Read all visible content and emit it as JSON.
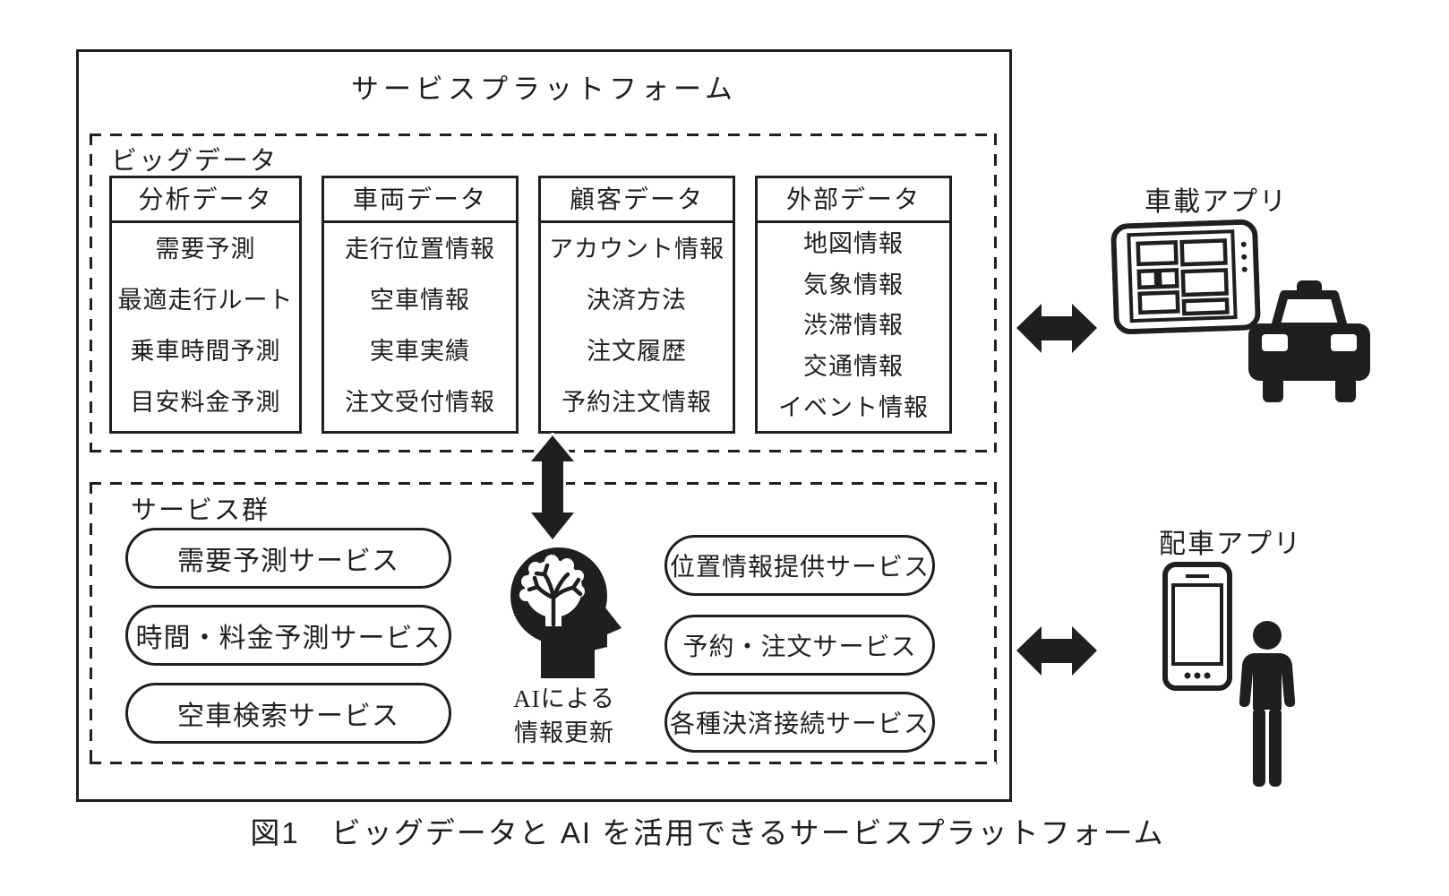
{
  "colors": {
    "ink": "#1f1f1f",
    "background": "#ffffff"
  },
  "platform": {
    "title": "サービスプラットフォーム"
  },
  "bigdata": {
    "label": "ビッグデータ",
    "columns": [
      {
        "header": "分析データ",
        "items": [
          "需要予測",
          "最適走行ルート",
          "乗車時間予測",
          "目安料金予測"
        ]
      },
      {
        "header": "車両データ",
        "items": [
          "走行位置情報",
          "空車情報",
          "実車実績",
          "注文受付情報"
        ]
      },
      {
        "header": "顧客データ",
        "items": [
          "アカウント情報",
          "決済方法",
          "注文履歴",
          "予約注文情報"
        ]
      },
      {
        "header": "外部データ",
        "items": [
          "地図情報",
          "気象情報",
          "渋滞情報",
          "交通情報",
          "イベント情報"
        ]
      }
    ]
  },
  "services": {
    "label": "サービス群",
    "left": [
      "需要予測サービス",
      "時間・料金予測サービス",
      "空車検索サービス"
    ],
    "right": [
      "位置情報提供サービス",
      "予約・注文サービス",
      "各種決済接続サービス"
    ],
    "ai_note": {
      "line1": "AIによる",
      "line2": "情報更新"
    }
  },
  "right_panel": {
    "vehicle_app_label": "車載アプリ",
    "dispatch_app_label": "配車アプリ"
  },
  "figure_caption": "図1　ビッグデータと AI を活用できるサービスプラットフォーム",
  "icons": {
    "ai_head": "head silhouette with brain and neural branches",
    "vertical_arrow": "black double-headed arrow (up-down)",
    "horizontal_arrow": "black double-headed arrow (left-right)",
    "tablet": "in-vehicle tablet with tiled screen",
    "taxi": "taxi front view with roof sign",
    "smartphone": "smartphone outline",
    "person": "standing person silhouette"
  }
}
